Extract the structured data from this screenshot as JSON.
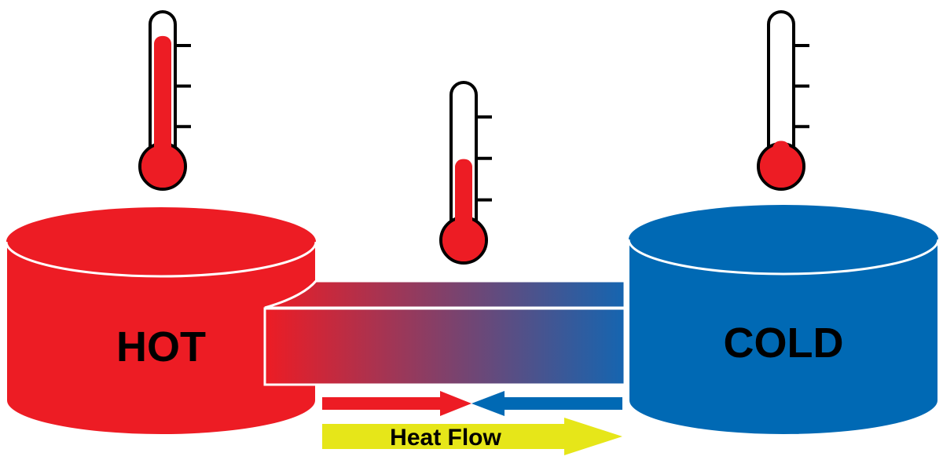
{
  "hot_container": {
    "label": "HOT",
    "color": "#ed1c24"
  },
  "cold_container": {
    "label": "COLD",
    "color": "#0069b4"
  },
  "heat_flow": {
    "label": "Heat Flow",
    "arrow_color": "#e6e619"
  },
  "thermometers": {
    "hot": {
      "fill_level": 0.87
    },
    "middle": {
      "fill_level": 0.53
    },
    "cold": {
      "fill_level": 0.17
    }
  },
  "colors": {
    "outline": "#000000",
    "mercury": "#ed1c24",
    "bar_warm": "#ed1c24",
    "bar_cool": "#0069b4"
  }
}
